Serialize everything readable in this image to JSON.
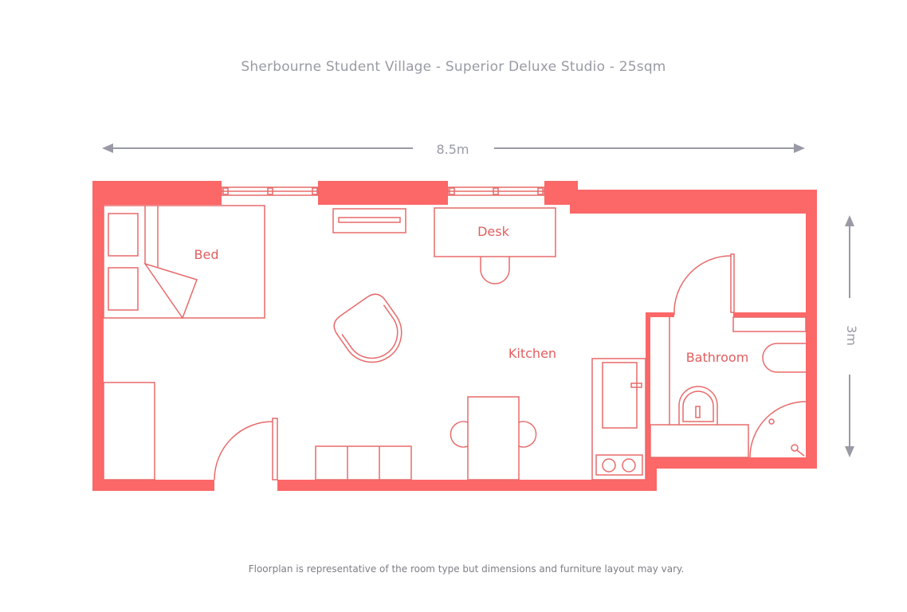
{
  "title": "Sherbourne Student Village - Superior Deluxe Studio - 25sqm",
  "footnote": "Floorplan is representative of the room type but dimensions and furniture layout may vary.",
  "dimensions": {
    "width_label": "8.5m",
    "height_label": "3m"
  },
  "rooms": {
    "bed": "Bed",
    "desk": "Desk",
    "kitchen": "Kitchen",
    "bathroom": "Bathroom"
  },
  "colors": {
    "wall": "#fc6767",
    "line": "#e86a6a",
    "label": "#e05e5e",
    "dimension": "#9a9aa6"
  }
}
